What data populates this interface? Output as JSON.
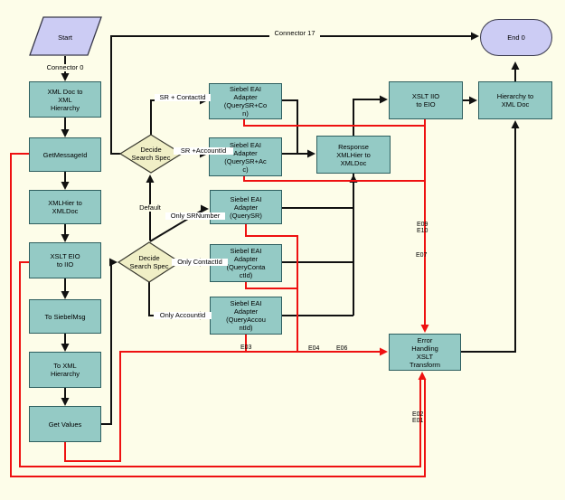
{
  "nodes": {
    "start": "Start",
    "end0": "End 0",
    "xml_doc_to_xml_hierarchy": "XML Doc to\nXML\nHierarchy",
    "get_message_id": "GetMessageId",
    "xmlhier_to_xmldoc": "XMLHier to\nXMLDoc",
    "xslt_eio_to_iio": "XSLT EIO\nto IIO",
    "to_siebelmsg": "To SiebelMsg",
    "to_xml_hierarchy": "To XML\nHierarchy",
    "get_values": "Get Values",
    "decide_search_spec_1": "Decide\nSearch Spec",
    "decide_search_spec_2": "Decide\nSearch Spec",
    "query_sr_con": "Siebel EAI\nAdapter\n(QuerySR+Co\nn)",
    "query_sr_acc": "Siebel EAI\nAdapter\n(QuerySR+Ac\nc)",
    "query_sr": "Siebel EAI\nAdapter\n(QuerySR)",
    "query_contactid": "Siebel EAI\nAdapter\n(QueryConta\nctId)",
    "query_accountid": "Siebel EAI\nAdapter\n(QueryAccou\nntId)",
    "response_xmlhier": "Response\nXMLHier to\nXMLDoc",
    "xslt_iio_to_eio": "XSLT IIO\nto EIO",
    "hierarchy_to_xml_doc": "Hierarchy to\nXML Doc",
    "error_handling": "Error\nHandling\nXSLT\nTransform"
  },
  "connector_labels": {
    "connector0": "Connector 0",
    "connector17": "Connector 17",
    "sr_contactid": "SR + ContactId",
    "sr_accountid": "SR +AccountId",
    "default_branch": "Default",
    "only_srnumber": "Only SRNumber",
    "only_contactid": "Only ContactId",
    "only_accountid": "Only AccountId"
  },
  "error_labels": {
    "e01": "E01",
    "e02": "E02",
    "e03": "E03",
    "e04": "E04",
    "e06": "E06",
    "e07": "E07",
    "e09": "E09",
    "e10": "E10"
  },
  "colors": {
    "background": "#fdfde9",
    "step_fill": "#94cac5",
    "step_border": "#2e5f60",
    "terminal_fill": "#ccccf4",
    "decision_fill": "#f0efc6",
    "error_line": "#ee1111",
    "flow_line": "#111111"
  }
}
